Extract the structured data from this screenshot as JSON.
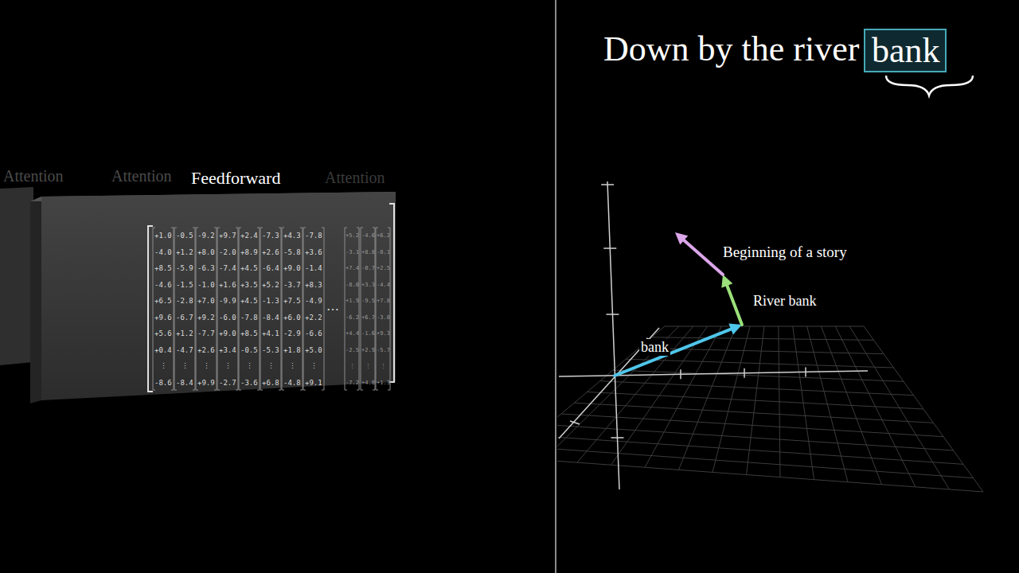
{
  "diagram": {
    "title": "Down by the river",
    "nodes": [
      {
        "text": [
          "Feedforward"
        ]
      },
      {
        "text": [
          "bank"
        ]
      }
    ],
    "labels": [
      "Attention",
      "Attention",
      "Attention",
      "+1.0",
      "-4.0",
      "+8.5",
      "-4.6",
      "+6.5",
      "+9.6",
      "+5.6",
      "+0.4",
      "⋮",
      "-8.6",
      "-0.5",
      "+1.2",
      "-5.9",
      "-1.5",
      "-2.8",
      "-6.7",
      "+1.2",
      "-4.7",
      "⋮",
      "-8.4",
      "-9.2",
      "+8.0",
      "-6.3",
      "-1.0",
      "+7.0",
      "+9.2",
      "-7.7",
      "+2.6",
      "⋮",
      "+9.9",
      "+9.7",
      "-2.0",
      "-7.4",
      "+1.6",
      "-9.9",
      "-6.0",
      "+9.0",
      "+3.4",
      "⋮",
      "-2.7",
      "+2.4",
      "+8.9",
      "+4.5",
      "+3.5",
      "+4.5",
      "-7.8",
      "+8.5",
      "-0.5",
      "⋮",
      "-3.6",
      "-7.3",
      "+2.6",
      "-6.4",
      "+5.2",
      "-1.3",
      "-8.4",
      "+4.1",
      "-5.3",
      "⋮",
      "+6.8",
      "+4.3",
      "-5.8",
      "+9.0",
      "-3.7",
      "+7.5",
      "+6.0",
      "-2.9",
      "+1.8",
      "⋮",
      "-4.8",
      "-7.8",
      "+3.6",
      "-1.4",
      "+8.3",
      "-4.9",
      "+2.2",
      "-6.6",
      "+5.0",
      "⋮",
      "+9.1",
      "+5.2",
      "-3.1",
      "+7.4",
      "-8.0",
      "+1.9",
      "-6.2",
      "+4.4",
      "-2.5",
      "⋮",
      "-7.2",
      "-4.6",
      "+8.8",
      "-0.7",
      "+3.3",
      "-9.5",
      "+6.7",
      "-1.6",
      "+2.9",
      "⋮",
      "+4.0",
      "+6.2",
      "-8.1",
      "+2.5",
      "-4.4",
      "+7.8",
      "-3.0",
      "+9.3",
      "-5.7",
      "⋮",
      "+1.3",
      "⋯",
      "bank",
      "River bank",
      "Beginning of a story"
    ]
  }
}
